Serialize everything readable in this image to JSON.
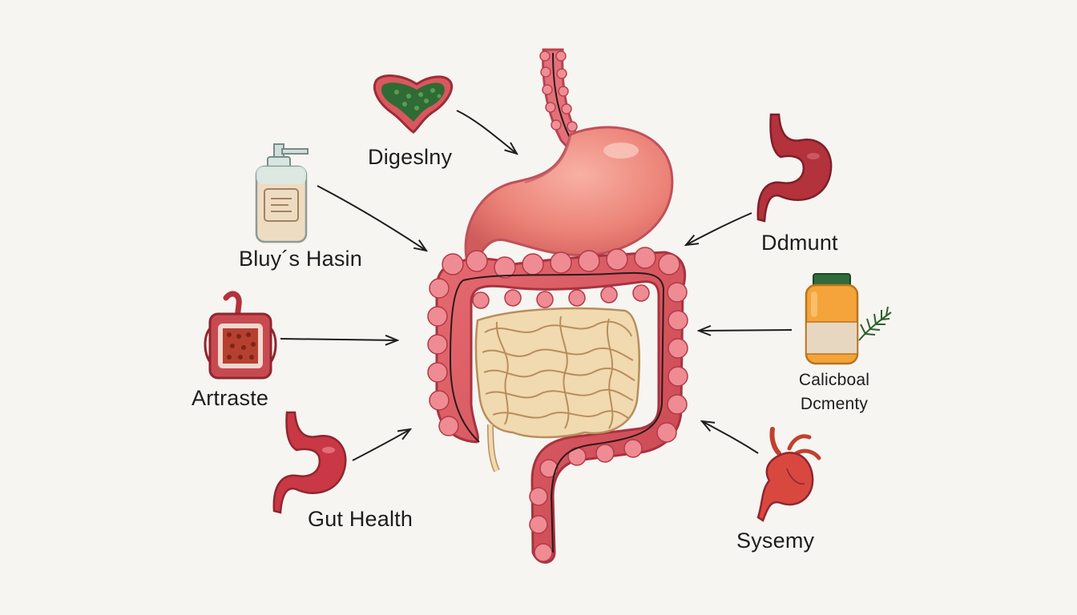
{
  "labels": {
    "top": "Digeslny",
    "left_top": "Bluy´s Hasin",
    "left_middle": "Artraste",
    "left_bottom": "Gut Health",
    "right_top": "Ddmunt",
    "right_middle_line1": "Calicboal",
    "right_middle_line2": "Dcmenty",
    "right_bottom": "Sysemy"
  },
  "icons": [
    "liver-icon",
    "pump-bottle-icon",
    "intestine-box-icon",
    "stomach-icon",
    "stomach-icon",
    "supplement-jar-icon",
    "herb-sprig-icon",
    "heart-icon"
  ],
  "colors": {
    "background": "#f6f5f1",
    "organ_red": "#d9565f",
    "stomach_pink": "#ee8c82",
    "small_intestine": "#f1d9b0",
    "dark_organ": "#b3323c",
    "liver_green": "#2f6b35",
    "jar_orange": "#f4a43a",
    "text": "#1d1d1d"
  }
}
